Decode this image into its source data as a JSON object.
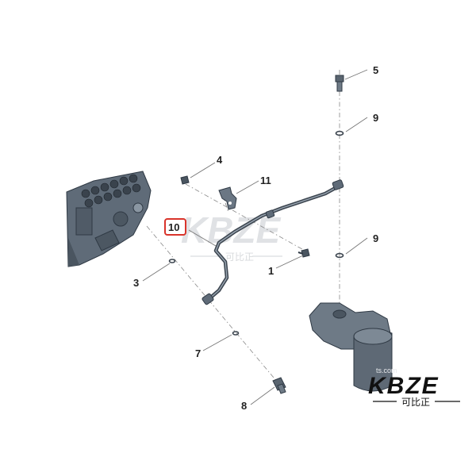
{
  "callouts": [
    {
      "id": "1",
      "label": "1"
    },
    {
      "id": "3",
      "label": "3"
    },
    {
      "id": "4",
      "label": "4"
    },
    {
      "id": "5",
      "label": "5"
    },
    {
      "id": "7",
      "label": "7"
    },
    {
      "id": "8",
      "label": "8"
    },
    {
      "id": "9a",
      "label": "9"
    },
    {
      "id": "9b",
      "label": "9"
    },
    {
      "id": "10",
      "label": "10",
      "highlighted": true
    },
    {
      "id": "11",
      "label": "11"
    }
  ],
  "watermark": {
    "brand": "KBZE",
    "chinese": "可比正",
    "url_fragment": "ts.com"
  },
  "logo": {
    "brand": "KBZE",
    "chinese": "可比正"
  },
  "colors": {
    "highlight_border": "#d9342b",
    "part_gray": "#5f6b78",
    "part_dark": "#2f3944",
    "watermark": "#c8ccd0"
  },
  "icons": [
    "fuel-injection-pump-icon",
    "pipe-icon",
    "bolt-icon",
    "washer-icon",
    "filter-housing-icon",
    "bracket-icon"
  ]
}
